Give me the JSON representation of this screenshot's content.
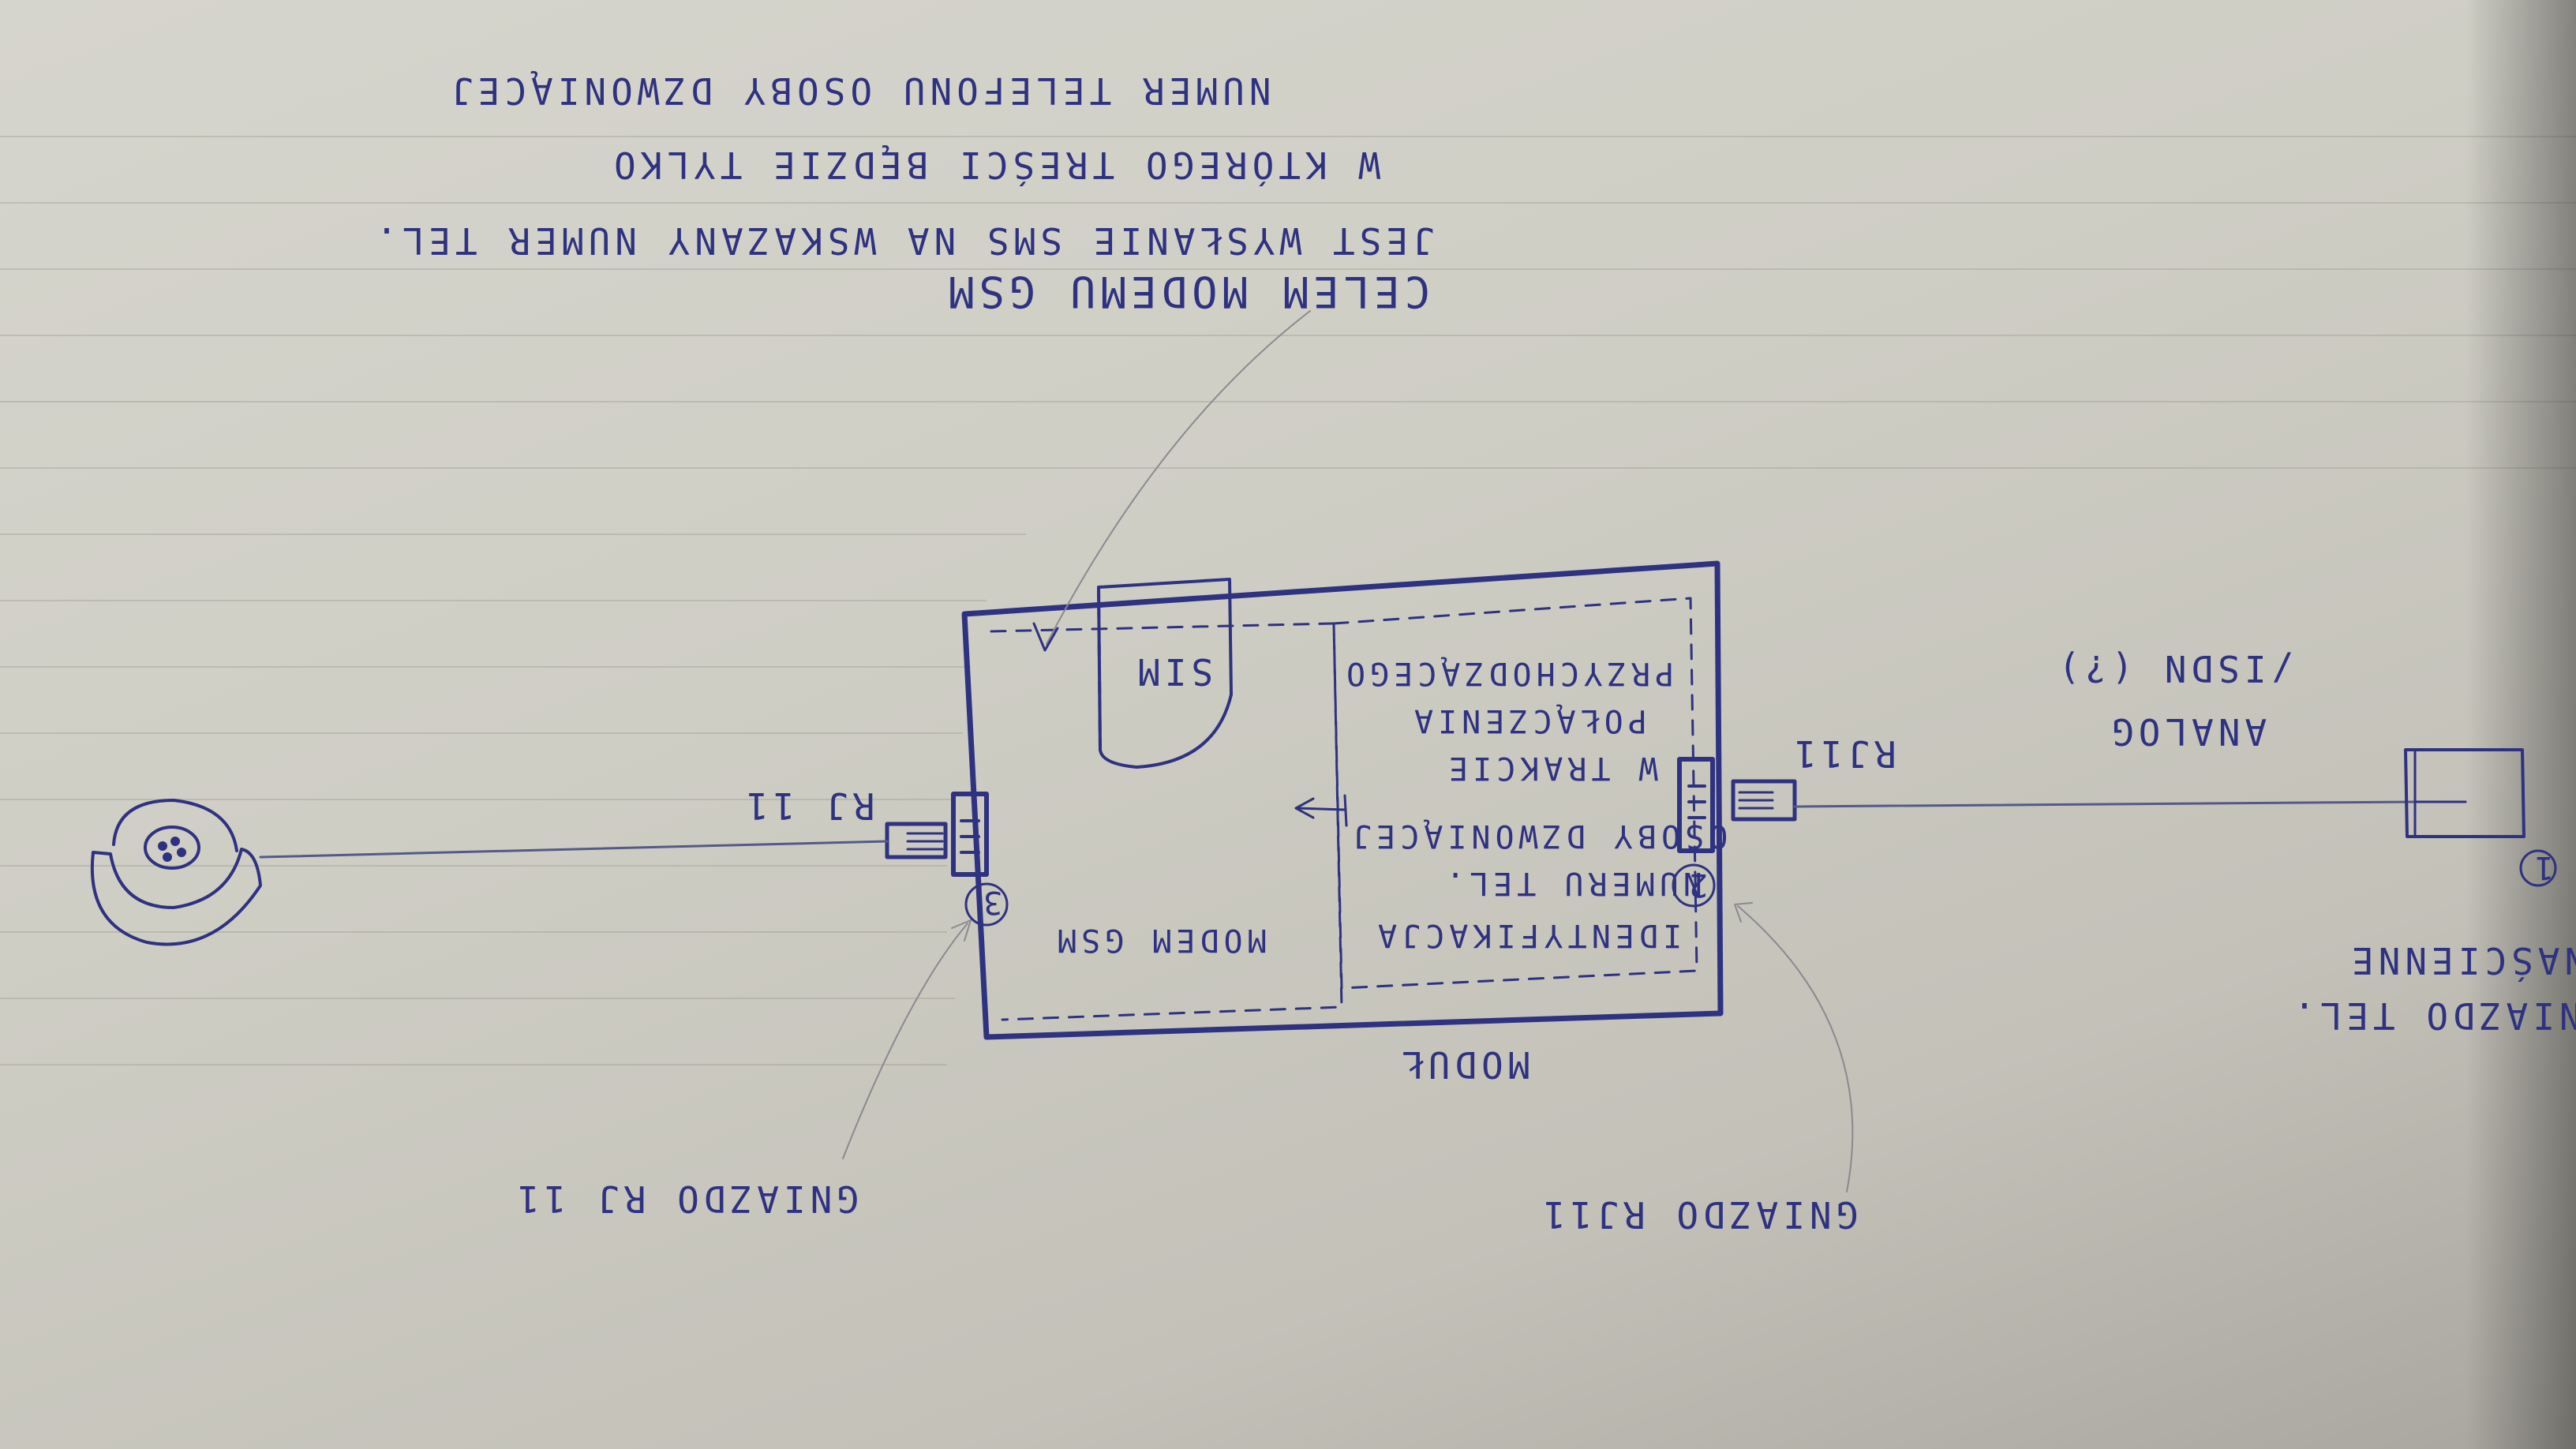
{
  "notes": {
    "line1": "CELEM MODEMU GSM",
    "line2": "JEST WYSŁANIE SMS NA WSKAZANY NUMER TEL.",
    "line3": "W KTÓREGO TREŚCI BĘDZIE TYLKO",
    "line4": "NUMER TELEFONU OSOBY DZWONIĄCEJ"
  },
  "module": {
    "label": "MODUŁ",
    "sim_label": "SIM",
    "gsm_label": "MODEM GSM",
    "ident": {
      "number": "2",
      "l1": "IDENTYFIKACJA",
      "l2": "NUMERU TEL.",
      "l3": "OSOBY DZWONIĄCEJ",
      "l4": "W TRAKCIE",
      "l5": "POŁĄCZENIA",
      "l6": "PRZYCHODZĄCEGO"
    },
    "left_port_number": "3"
  },
  "left_side": {
    "plug_label": "RJ 11",
    "socket_label": "GNIAZDO RJ 11"
  },
  "right_side": {
    "plug_label": "RJ11",
    "socket_label": "GNIAZDO RJ11",
    "line_type_1": "ANALOG",
    "line_type_2": "/ISDN (?)",
    "wall_number": "1",
    "wall_label_1": "GNIAZDO TEL.",
    "wall_label_2": "NAŚCIENNE"
  },
  "colors": {
    "ink": "#2e3280",
    "paper": "#d2d1c8",
    "pencil": "#8a8a90"
  }
}
